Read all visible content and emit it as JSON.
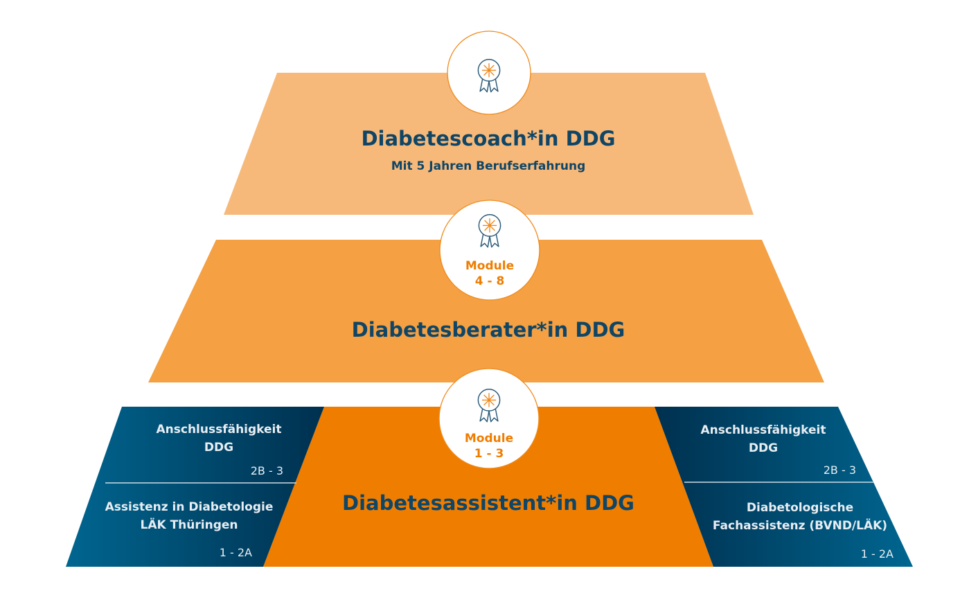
{
  "colors": {
    "tier_top": "#f6b97a",
    "tier_middle": "#f4a043",
    "tier_bottom": "#ef7d00",
    "navy_text": "#0f4566",
    "panel_dark": "#00304f",
    "panel_light": "#006690"
  },
  "tiers": {
    "top": {
      "title": "Diabetescoach*in DDG",
      "subtitle": "Mit 5 Jahren Berufserfahrung",
      "badge_icon": "award-ribbon-icon"
    },
    "middle": {
      "title": "Diabetesberater*in DDG",
      "module_label": "Module",
      "module_range": "4 - 8",
      "badge_icon": "award-ribbon-icon"
    },
    "bottom": {
      "title": "Diabetesassistent*in DDG",
      "module_label": "Module",
      "module_range": "1 - 3",
      "badge_icon": "award-ribbon-icon"
    }
  },
  "left_panel": {
    "upper": {
      "line1": "Anschlussfähigkeit",
      "line2": "DDG",
      "range": "2B - 3"
    },
    "lower": {
      "line1": "Assistenz in Diabetologie",
      "line2": "LÄK Thüringen",
      "range": "1 - 2A"
    }
  },
  "right_panel": {
    "upper": {
      "line1": "Anschlussfähigkeit",
      "line2": "DDG",
      "range": "2B - 3"
    },
    "lower": {
      "line1": "Diabetologische",
      "line2": "Fachassistenz (BVND/LÄK)",
      "range": "1 - 2A"
    }
  }
}
